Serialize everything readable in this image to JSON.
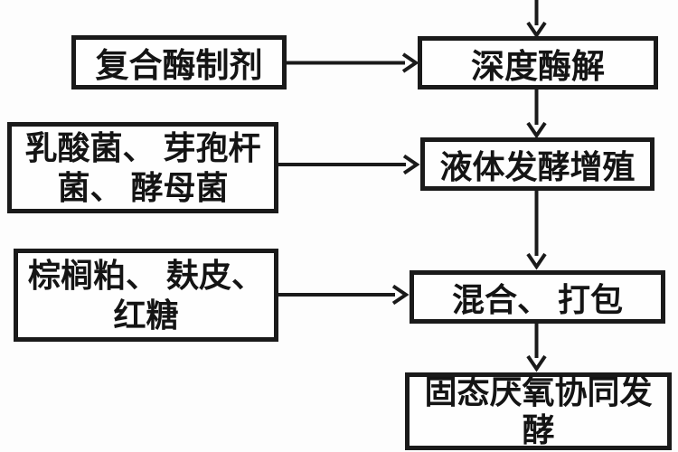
{
  "colors": {
    "ink": "#1a1a1a",
    "background": "#fdfdfd"
  },
  "flowchart": {
    "inputs": [
      {
        "name": "compound-enzyme",
        "label_lines": [
          "复合酶制剂"
        ]
      },
      {
        "name": "lactic-bacillus-yeast",
        "label_lines": [
          "乳酸菌、 芽孢杆",
          "菌、 酵母菌"
        ]
      },
      {
        "name": "palm-meal-bran-sugar",
        "label_lines": [
          "棕榈粕、 麸皮、",
          "红糖"
        ]
      }
    ],
    "stages": [
      {
        "name": "deep-enzymolysis",
        "label_lines": [
          "深度酶解"
        ]
      },
      {
        "name": "liquid-fermentation",
        "label_lines": [
          "液体发酵增殖"
        ]
      },
      {
        "name": "mix-pack",
        "label_lines": [
          "混合、 打包"
        ]
      },
      {
        "name": "solid-anaerobic-fermentation",
        "label_lines": [
          "固态厌氧协同发",
          "酵"
        ]
      }
    ]
  }
}
